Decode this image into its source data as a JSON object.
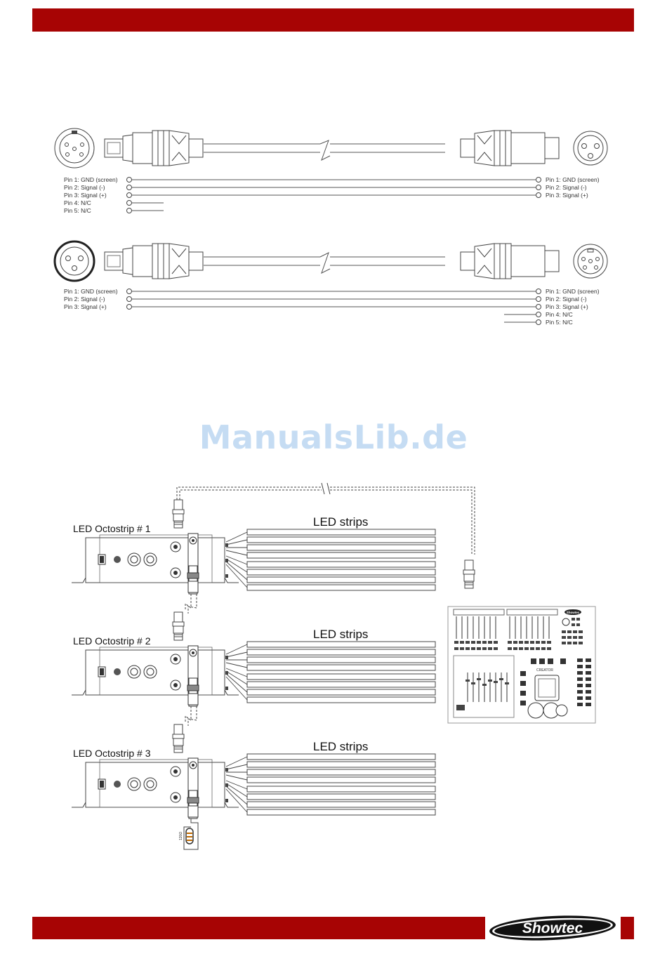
{
  "cable5to3": {
    "left_pins": [
      "Pin 1: GND (screen)",
      "Pin 2: Signal (-)",
      "Pin 3: Signal (+)",
      "Pin 4: N/C",
      "Pin 5: N/C"
    ],
    "right_pins": [
      "Pin 1: GND (screen)",
      "Pin 2: Signal (-)",
      "Pin 3: Signal (+)"
    ]
  },
  "cable3to5": {
    "left_pins": [
      "Pin 1: GND (screen)",
      "Pin 2: Signal (-)",
      "Pin 3: Signal (+)"
    ],
    "right_pins": [
      "Pin 1: GND (screen)",
      "Pin 2: Signal (-)",
      "Pin 3: Signal (+)",
      "Pin 4: N/C",
      "Pin 5: N/C"
    ]
  },
  "watermark": "ManualsLib.de",
  "devices": [
    {
      "label": "LED Octostrip # 1",
      "strips_label": "LED strips"
    },
    {
      "label": "LED Octostrip # 2",
      "strips_label": "LED strips"
    },
    {
      "label": "LED Octostrip # 3",
      "strips_label": "LED strips"
    }
  ],
  "controller": {
    "brand": "Showtec",
    "model": "CREATOR"
  },
  "terminator": "120Ω",
  "footer": {
    "logo": "Showtec"
  },
  "colors": {
    "brand_red": "#a70404",
    "watermark": "#c5dcf3"
  }
}
